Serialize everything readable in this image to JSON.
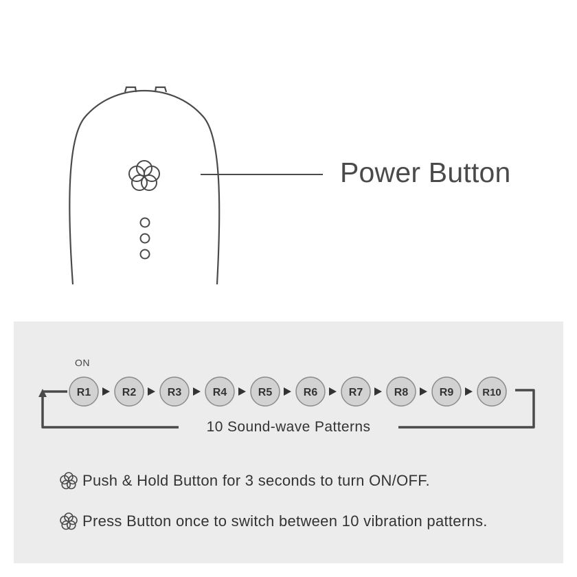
{
  "device": {
    "power_label": "Power Button",
    "indicator_count": 3
  },
  "patterns": {
    "on_label": "ON",
    "steps": [
      "R1",
      "R2",
      "R3",
      "R4",
      "R5",
      "R6",
      "R7",
      "R8",
      "R9",
      "R10"
    ],
    "cycle_caption": "10 Sound-wave Patterns"
  },
  "instructions": [
    {
      "icon": "flower-icon",
      "text": "Push & Hold Button for 3 seconds to turn ON/OFF."
    },
    {
      "icon": "flower-icon",
      "text": "Press Button once to switch between 10 vibration patterns."
    }
  ],
  "colors": {
    "outline": "#4a4a4a",
    "panel": "#ececec",
    "step_fill": "#d2d2d2",
    "step_stroke": "#8a8a8a"
  }
}
